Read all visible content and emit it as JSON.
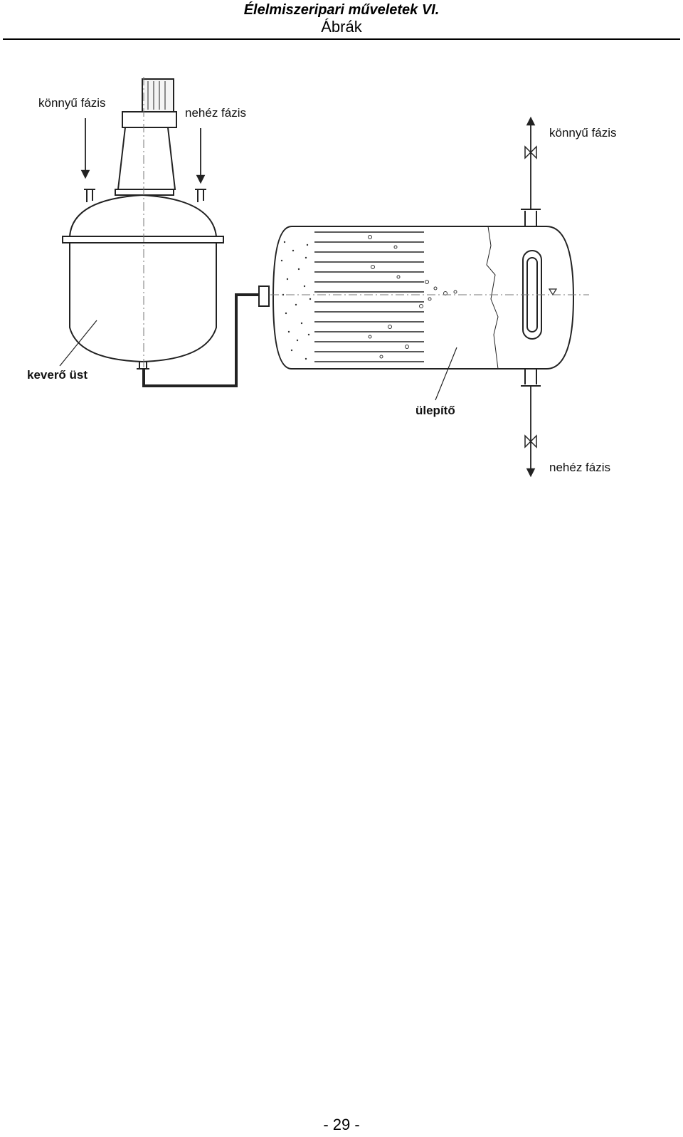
{
  "header": {
    "title": "Élelmiszeripari műveletek VI.",
    "subtitle": "Ábrák"
  },
  "figure": {
    "labels": {
      "light_phase_in": "könnyű fázis",
      "heavy_phase_in": "nehéz fázis",
      "light_phase_out": "könnyű fázis",
      "heavy_phase_out": "nehéz fázis",
      "mixer": "keverő üst",
      "settler": "ülepítő"
    }
  },
  "footer": {
    "page_number": "- 29 -"
  }
}
